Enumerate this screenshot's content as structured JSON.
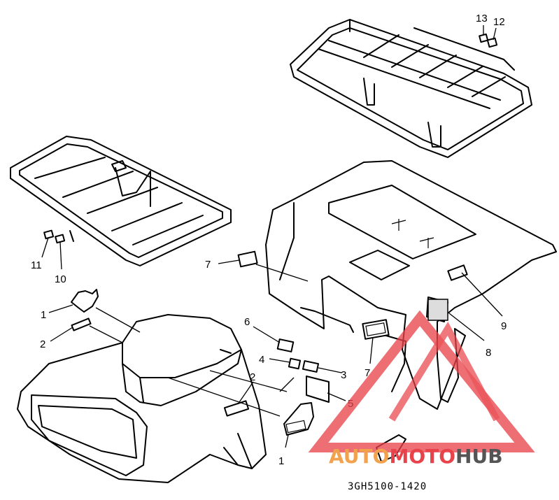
{
  "diagram": {
    "drawing_code": "3GH5100-1420",
    "callouts": [
      {
        "id": "c13",
        "text": "13"
      },
      {
        "id": "c12",
        "text": "12"
      },
      {
        "id": "c11",
        "text": "11"
      },
      {
        "id": "c10",
        "text": "10"
      },
      {
        "id": "c7a",
        "text": "7"
      },
      {
        "id": "c1a",
        "text": "1"
      },
      {
        "id": "c2a",
        "text": "2"
      },
      {
        "id": "c6",
        "text": "6"
      },
      {
        "id": "c4",
        "text": "4"
      },
      {
        "id": "c3",
        "text": "3"
      },
      {
        "id": "c5",
        "text": "5"
      },
      {
        "id": "c2b",
        "text": "2"
      },
      {
        "id": "c1b",
        "text": "1"
      },
      {
        "id": "c7b",
        "text": "7"
      },
      {
        "id": "c9",
        "text": "9"
      },
      {
        "id": "c8",
        "text": "8"
      }
    ]
  },
  "watermark": {
    "part1": "AUTO",
    "part2": "MOTO",
    "part3": "HUB",
    "color_primary": "#e8434a",
    "color_light": "#f2a24d",
    "color_dark": "#555555"
  }
}
